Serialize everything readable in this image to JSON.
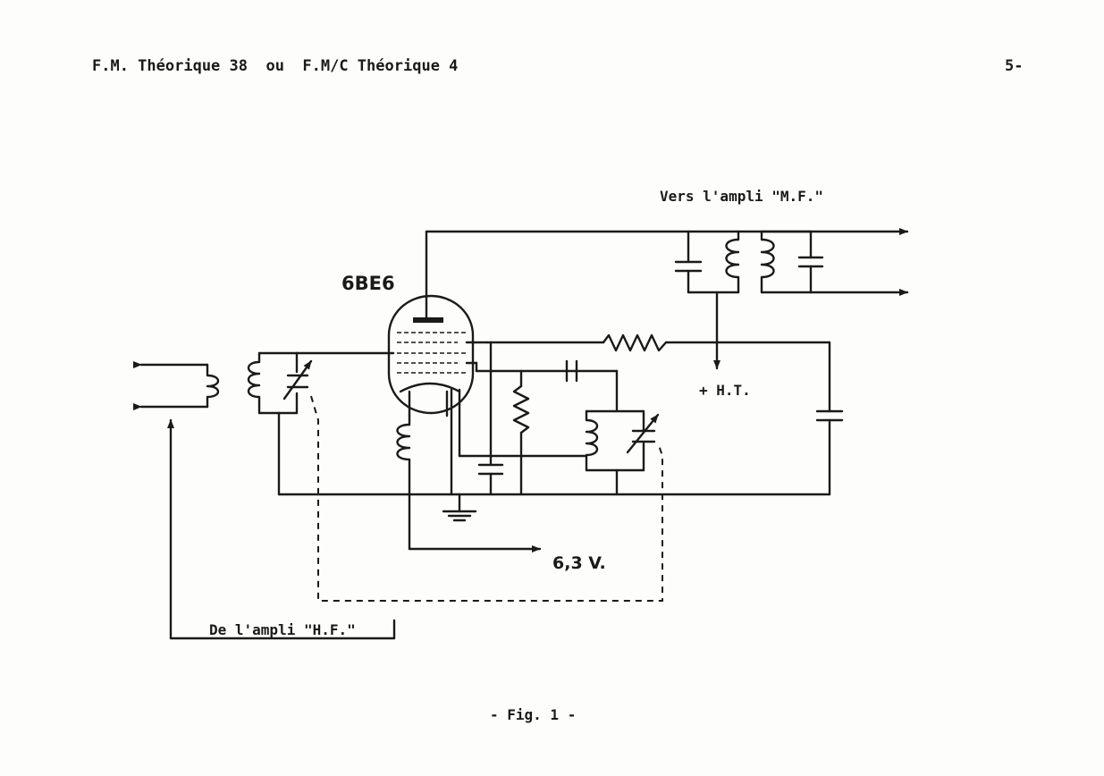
{
  "header": {
    "title": "F.M. Théorique 38  ou  F.M/C Théorique 4",
    "page_number": "5-"
  },
  "diagram": {
    "tube_label": "6BE6",
    "output_label": "Vers l'ampli \"M.F.\"",
    "ht_label": "+ H.T.",
    "heater_label": "6,3 V.",
    "input_label": "De l'ampli \"H.F.\""
  },
  "caption": "- Fig. 1 -"
}
